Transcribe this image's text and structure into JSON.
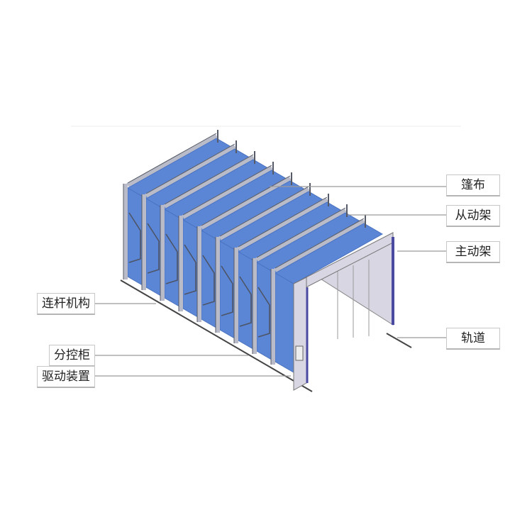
{
  "colors": {
    "fabric": "#5b86d6",
    "fabric_dark": "#4a72c0",
    "frame": "#b9bcc8",
    "frame_edge": "#555a66",
    "portal": "#d9d6e3",
    "leader": "#9a9a9a"
  },
  "diagram": {
    "frame_count": 9,
    "labels_right": [
      "篷布",
      "从动架",
      "主动架",
      "轨道"
    ],
    "labels_left": [
      "连杆机构",
      "分控柜",
      "驱动装置"
    ]
  }
}
